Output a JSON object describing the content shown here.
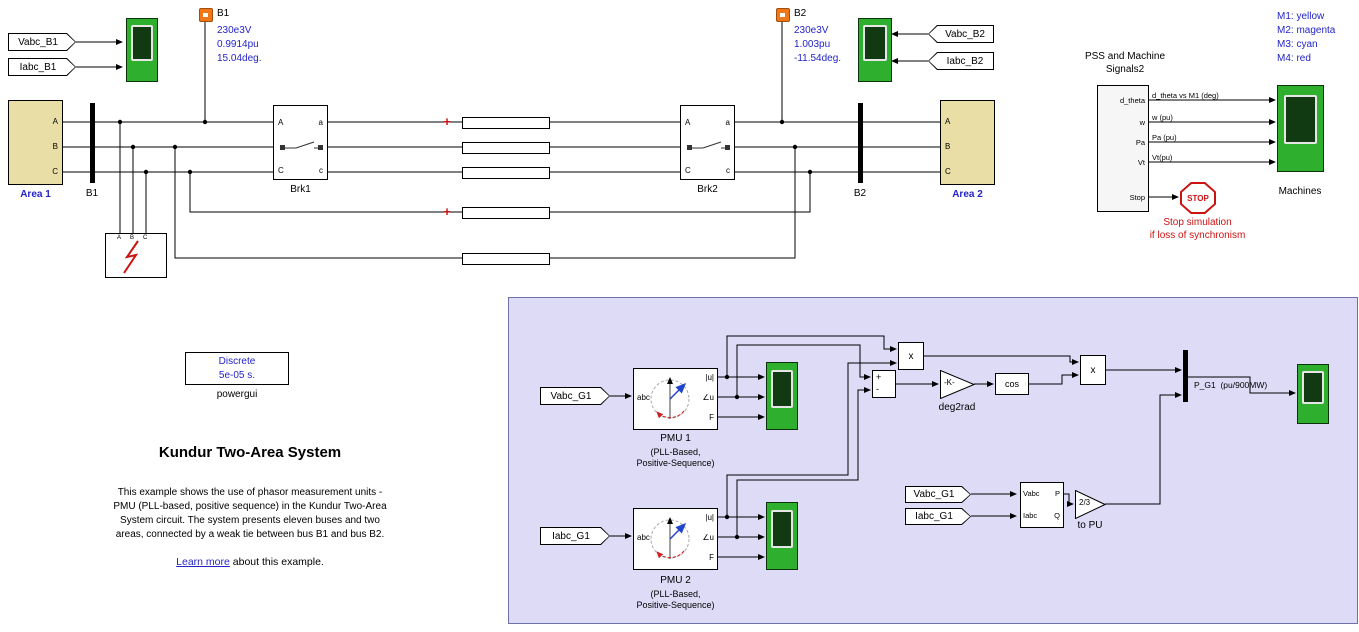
{
  "ports": {
    "A": "A",
    "B": "B",
    "C": "C",
    "a": "a",
    "c": "c"
  },
  "tags": {
    "vabc_b1": "Vabc_B1",
    "iabc_b1": "Iabc_B1",
    "vabc_b2": "Vabc_B2",
    "iabc_b2": "Iabc_B2",
    "vabc_g1": "Vabc_G1",
    "iabc_g1": "Iabc_G1",
    "vabc_g1_pq": "Vabc_G1",
    "iabc_g1_pq": "Iabc_G1"
  },
  "bus1_note": {
    "name": "B1",
    "voltage": "230e3V",
    "pu": "0.9914pu",
    "angle": "15.04deg."
  },
  "bus2_note": {
    "name": "B2",
    "voltage": "230e3V",
    "pu": "1.003pu",
    "angle": "-11.54deg."
  },
  "area1": {
    "label": "Area 1"
  },
  "area2": {
    "label": "Area 2"
  },
  "bus1": {
    "label": "B1"
  },
  "bus2": {
    "label": "B2"
  },
  "brk1": {
    "label": "Brk1"
  },
  "brk2": {
    "label": "Brk2"
  },
  "legend": {
    "m1": "M1: yellow",
    "m2": "M2: magenta",
    "m3": "M3: cyan",
    "m4": "M4: red"
  },
  "pss": {
    "title1": "PSS and Machine",
    "title2": "Signals2",
    "port1": "d_theta",
    "port2": "w",
    "port3": "Pa",
    "port4": "Vt",
    "port5": "Stop",
    "sig1": "d_theta vs M1 (deg)",
    "sig2": "w (pu)",
    "sig3": "Pa (pu)",
    "sig4": "Vt(pu)"
  },
  "machines": {
    "label": "Machines"
  },
  "stop": {
    "label": "STOP",
    "note1": "Stop simulation",
    "note2": "if loss of synchronism"
  },
  "powergui": {
    "line1": "Discrete",
    "line2": "5e-05 s.",
    "label": "powergui"
  },
  "doc": {
    "title": "Kundur Two-Area System",
    "desc1": "This example shows the use of phasor measurement units -",
    "desc2": "PMU (PLL-based, positive sequence) in the Kundur Two-Area",
    "desc3": "System circuit. The system presents eleven buses and two",
    "desc4": "areas, connected by a weak tie between bus B1 and bus B2.",
    "link": "Learn more",
    "link_rest": " about this example."
  },
  "pmu1": {
    "name": "PMU 1",
    "sub1": "(PLL-Based,",
    "sub2": "Positive-Sequence)",
    "input": "abc",
    "out1": "|u|",
    "out2": "∠u",
    "out3": "F"
  },
  "pmu2": {
    "name": "PMU 2",
    "sub1": "(PLL-Based,",
    "sub2": "Positive-Sequence)",
    "input": "abc",
    "out1": "|u|",
    "out2": "∠u",
    "out3": "F"
  },
  "sum": {
    "plus": "+",
    "minus": "-"
  },
  "product1": {
    "label": "x"
  },
  "product2": {
    "label": "x"
  },
  "gain_deg2rad": {
    "text": "-K-",
    "label": "deg2rad"
  },
  "trig": {
    "label": "cos"
  },
  "power_block": {
    "in1": "Vabc",
    "in2": "Iabc",
    "out1": "P",
    "out2": "Q"
  },
  "gain_topu": {
    "text": "2/3",
    "label": "to PU"
  },
  "pg1_label": "P_G1  (pu/900MW)"
}
